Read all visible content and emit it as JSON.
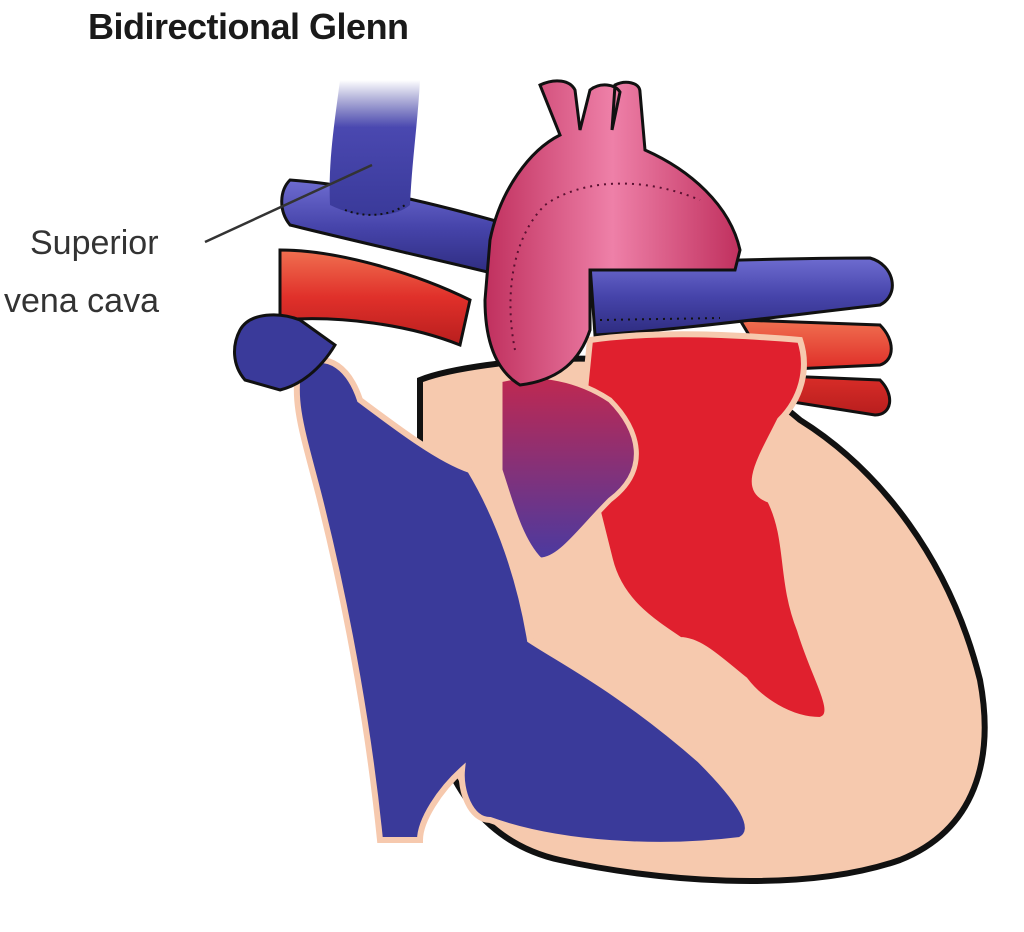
{
  "title": "Bidirectional Glenn",
  "labels": {
    "svc_line1": "Superior",
    "svc_line2": "vena cava"
  },
  "colors": {
    "deoxygenated": "#3a3a9a",
    "oxygenated": "#e0202e",
    "aorta": "#d03a6a",
    "muscle": "#f6c9ae",
    "outline": "#111111"
  }
}
